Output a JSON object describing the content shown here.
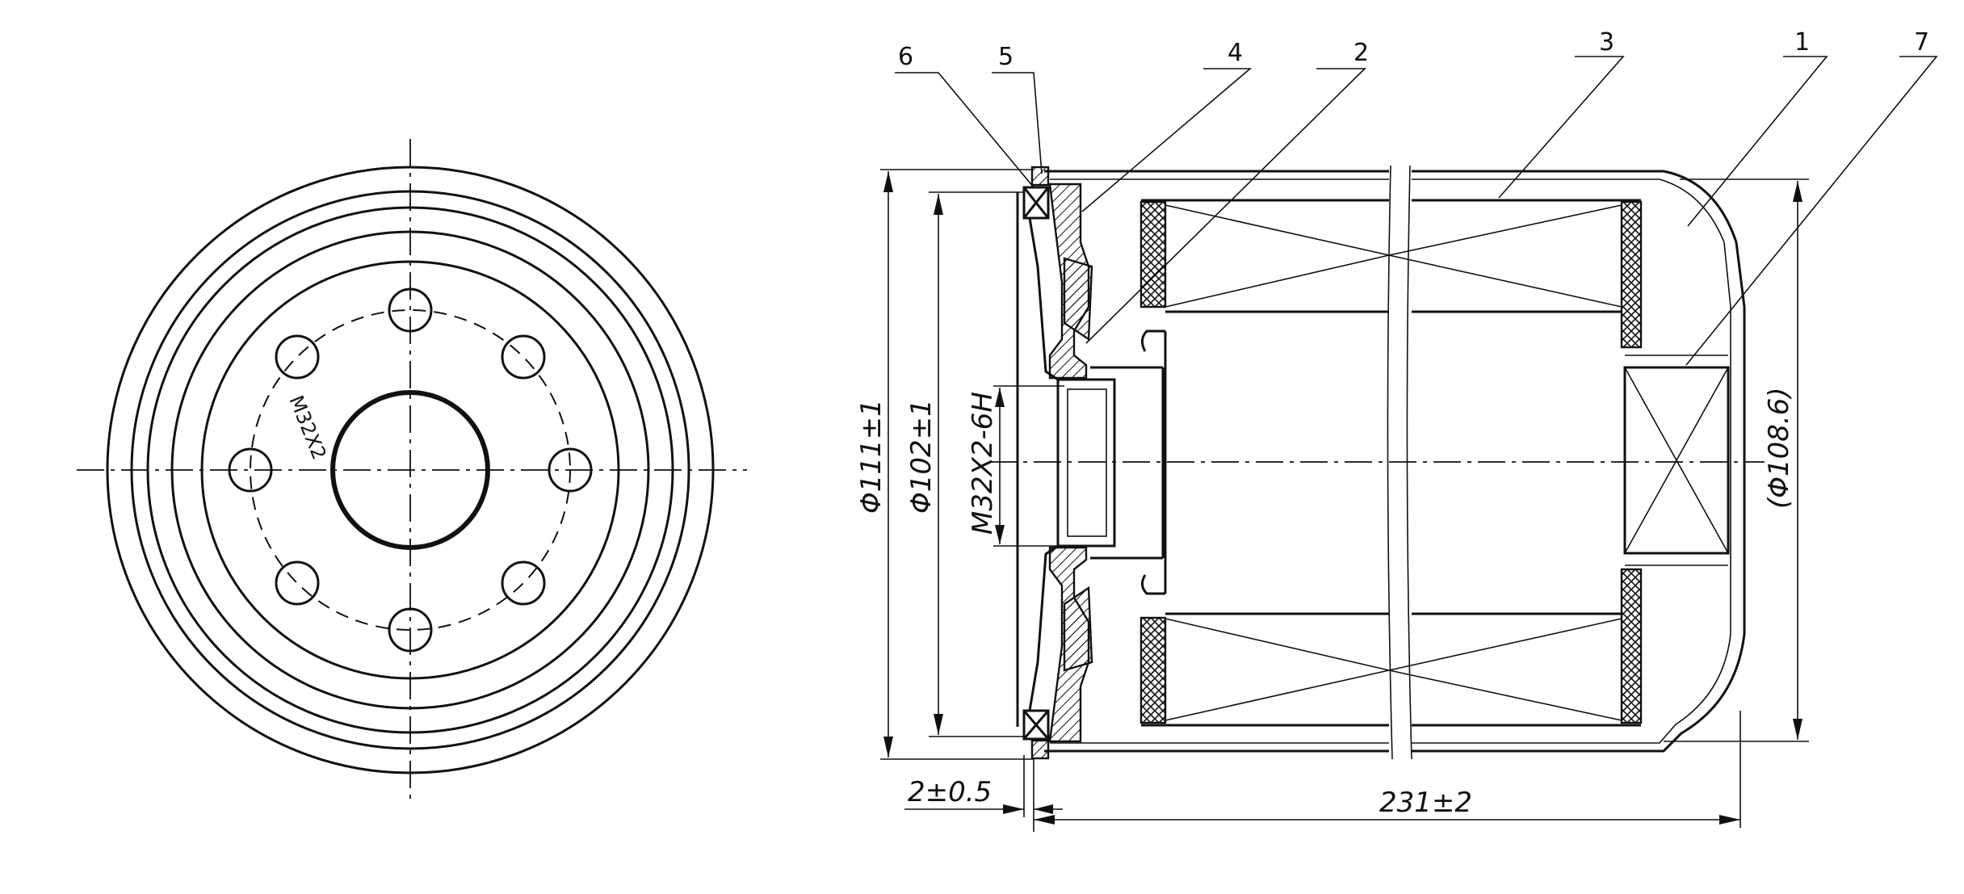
{
  "end_view": {
    "thread_label": "M32X2"
  },
  "part_labels": [
    "6",
    "5",
    "4",
    "2",
    "3",
    "1",
    "7"
  ],
  "dimensions": {
    "outer_diameter": "Φ111±1",
    "inner_diameter": "Φ102±1",
    "thread": "M32X2-6H",
    "shell_diameter": "(Φ108.6)",
    "gasket_offset": "2±0.5",
    "overall_length": "231±2"
  }
}
